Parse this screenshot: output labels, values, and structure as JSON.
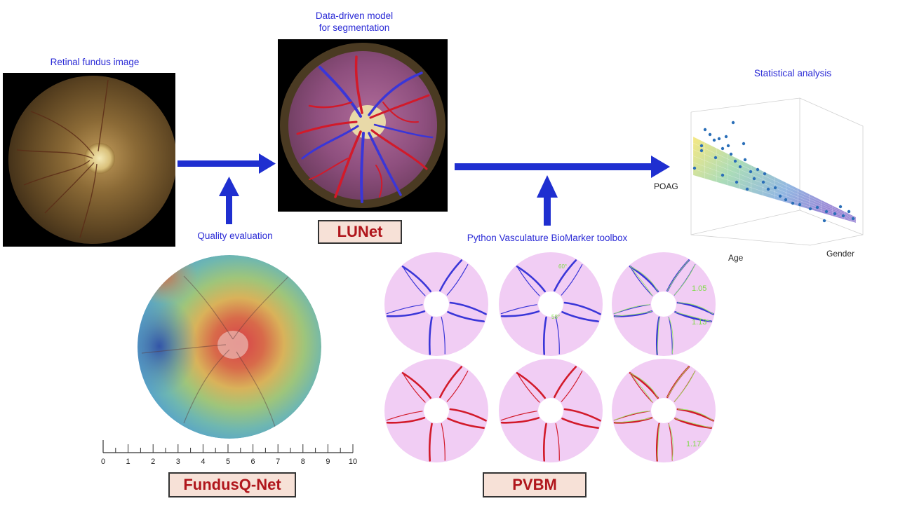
{
  "captions": {
    "fundus": "Retinal fundus image",
    "segmentation_line1": "Data-driven model",
    "segmentation_line2": "for segmentation",
    "quality": "Quality evaluation",
    "stats": "Statistical analysis",
    "toolbox": "Python Vasculature BioMarker toolbox"
  },
  "models": {
    "lunet": "LUNet",
    "fundusq": "FundusQ-Net",
    "pvbm": "PVBM"
  },
  "scale_ticks": [
    "0",
    "1",
    "2",
    "3",
    "4",
    "5",
    "6",
    "7",
    "8",
    "9",
    "10"
  ],
  "plot3d": {
    "z_label": "POAG",
    "x_label": "Age",
    "y_label": "Gender"
  },
  "pvbm_values": {
    "angle_top": "60°",
    "angle_bottom": "58°",
    "tort_1": "1.05",
    "tort_2": "1.13",
    "tort_3": "1.17"
  },
  "colors": {
    "caption": "#2b2bd6",
    "arrow": "#1f2fd0",
    "box_fill": "#f7e1d7",
    "box_text": "#b0161c",
    "vessel_vein": "#3a36d8",
    "vessel_artery": "#d21a2a",
    "annulus": "#f1cdf4"
  }
}
